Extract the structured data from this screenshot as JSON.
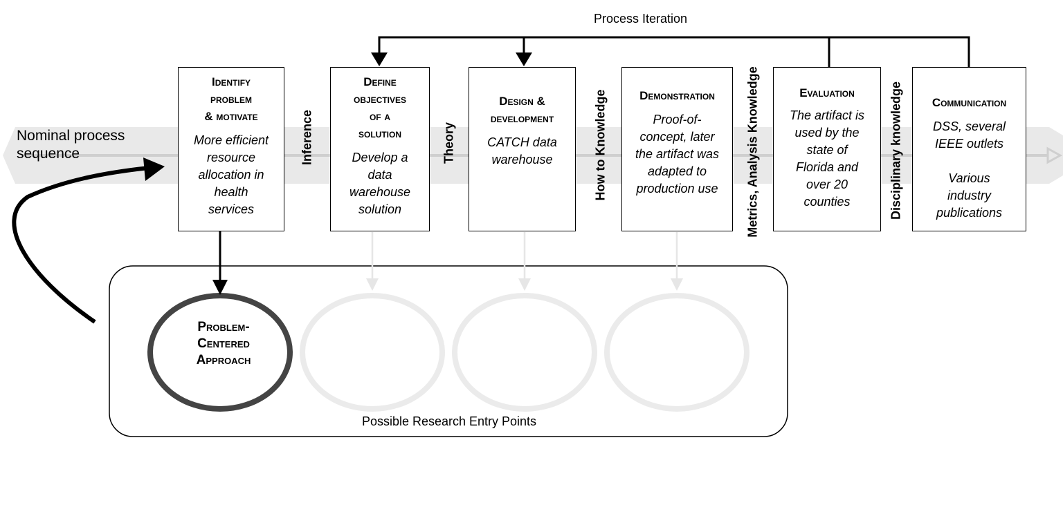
{
  "diagram": {
    "process_iteration": "Process Iteration",
    "nominal_sequence": [
      "Nominal process",
      "sequence"
    ],
    "steps": [
      {
        "title": [
          "Identify",
          "problem",
          "& motivate"
        ],
        "desc": [
          "More efficient",
          "resource",
          "allocation in",
          "health",
          "services"
        ]
      },
      {
        "title": [
          "Define",
          "objectives",
          "of a",
          "solution"
        ],
        "desc": [
          "Develop a",
          "data",
          "warehouse",
          "solution"
        ]
      },
      {
        "title": [
          "Design &",
          "development"
        ],
        "desc": [
          "CATCH data",
          "warehouse"
        ]
      },
      {
        "title": [
          "Demonstration"
        ],
        "desc": [
          "Proof-of-",
          "concept, later",
          "the artifact was",
          "adapted to",
          "production use"
        ]
      },
      {
        "title": [
          "Evaluation"
        ],
        "desc": [
          "The artifact is",
          "used by the",
          "state of",
          "Florida and",
          "over 20",
          "counties"
        ]
      },
      {
        "title": [
          "Communication"
        ],
        "desc": [
          "DSS, several",
          "IEEE outlets",
          "",
          "Various",
          "industry",
          "publications"
        ]
      }
    ],
    "connectors": [
      "Inference",
      "Theory",
      "How to Knowledge",
      "Metrics, Analysis Knowledge",
      "Disciplinary knowledge"
    ],
    "entry_points": {
      "label": "Possible Research Entry Points",
      "active": [
        "Problem-",
        "Centered",
        "Approach"
      ]
    }
  }
}
